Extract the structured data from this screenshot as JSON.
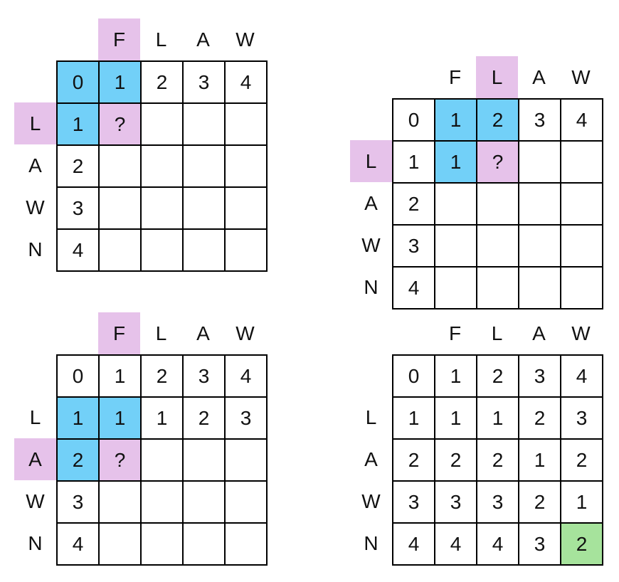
{
  "colors": {
    "blue": "#72d0f8",
    "pink": "#e6c2ea",
    "green": "#a6e39c",
    "white": "#ffffff",
    "grid": "#000000"
  },
  "panels": [
    {
      "top_letters": [
        "F",
        "L",
        "A",
        "W"
      ],
      "side_letters": [
        "L",
        "A",
        "W",
        "N"
      ],
      "top_highlight": [
        0
      ],
      "side_highlight": [
        0
      ],
      "grid": [
        [
          "0",
          "1",
          "2",
          "3",
          "4"
        ],
        [
          "1",
          "?",
          "",
          "",
          ""
        ],
        [
          "2",
          "",
          "",
          "",
          ""
        ],
        [
          "3",
          "",
          "",
          "",
          ""
        ],
        [
          "4",
          "",
          "",
          "",
          ""
        ]
      ],
      "fills": [
        [
          "blue",
          "blue",
          "",
          "",
          ""
        ],
        [
          "blue",
          "pink",
          "",
          "",
          ""
        ],
        [
          "",
          "",
          "",
          "",
          ""
        ],
        [
          "",
          "",
          "",
          "",
          ""
        ],
        [
          "",
          "",
          "",
          "",
          ""
        ]
      ]
    },
    {
      "top_letters": [
        "F",
        "L",
        "A",
        "W"
      ],
      "side_letters": [
        "L",
        "A",
        "W",
        "N"
      ],
      "top_highlight": [
        1
      ],
      "side_highlight": [
        0
      ],
      "grid": [
        [
          "0",
          "1",
          "2",
          "3",
          "4"
        ],
        [
          "1",
          "1",
          "?",
          "",
          ""
        ],
        [
          "2",
          "",
          "",
          "",
          ""
        ],
        [
          "3",
          "",
          "",
          "",
          ""
        ],
        [
          "4",
          "",
          "",
          "",
          ""
        ]
      ],
      "fills": [
        [
          "",
          "blue",
          "blue",
          "",
          ""
        ],
        [
          "",
          "blue",
          "pink",
          "",
          ""
        ],
        [
          "",
          "",
          "",
          "",
          ""
        ],
        [
          "",
          "",
          "",
          "",
          ""
        ],
        [
          "",
          "",
          "",
          "",
          ""
        ]
      ]
    },
    {
      "top_letters": [
        "F",
        "L",
        "A",
        "W"
      ],
      "side_letters": [
        "L",
        "A",
        "W",
        "N"
      ],
      "top_highlight": [
        0
      ],
      "side_highlight": [
        1
      ],
      "grid": [
        [
          "0",
          "1",
          "2",
          "3",
          "4"
        ],
        [
          "1",
          "1",
          "1",
          "2",
          "3"
        ],
        [
          "2",
          "?",
          "",
          "",
          ""
        ],
        [
          "3",
          "",
          "",
          "",
          ""
        ],
        [
          "4",
          "",
          "",
          "",
          ""
        ]
      ],
      "fills": [
        [
          "",
          "",
          "",
          "",
          ""
        ],
        [
          "blue",
          "blue",
          "",
          "",
          ""
        ],
        [
          "blue",
          "pink",
          "",
          "",
          ""
        ],
        [
          "",
          "",
          "",
          "",
          ""
        ],
        [
          "",
          "",
          "",
          "",
          ""
        ]
      ]
    },
    {
      "top_letters": [
        "F",
        "L",
        "A",
        "W"
      ],
      "side_letters": [
        "L",
        "A",
        "W",
        "N"
      ],
      "top_highlight": [],
      "side_highlight": [],
      "grid": [
        [
          "0",
          "1",
          "2",
          "3",
          "4"
        ],
        [
          "1",
          "1",
          "1",
          "2",
          "3"
        ],
        [
          "2",
          "2",
          "2",
          "1",
          "2"
        ],
        [
          "3",
          "3",
          "3",
          "2",
          "1"
        ],
        [
          "4",
          "4",
          "4",
          "3",
          "2"
        ]
      ],
      "fills": [
        [
          "",
          "",
          "",
          "",
          ""
        ],
        [
          "",
          "",
          "",
          "",
          ""
        ],
        [
          "",
          "",
          "",
          "",
          ""
        ],
        [
          "",
          "",
          "",
          "",
          ""
        ],
        [
          "",
          "",
          "",
          "",
          "green"
        ]
      ]
    }
  ]
}
